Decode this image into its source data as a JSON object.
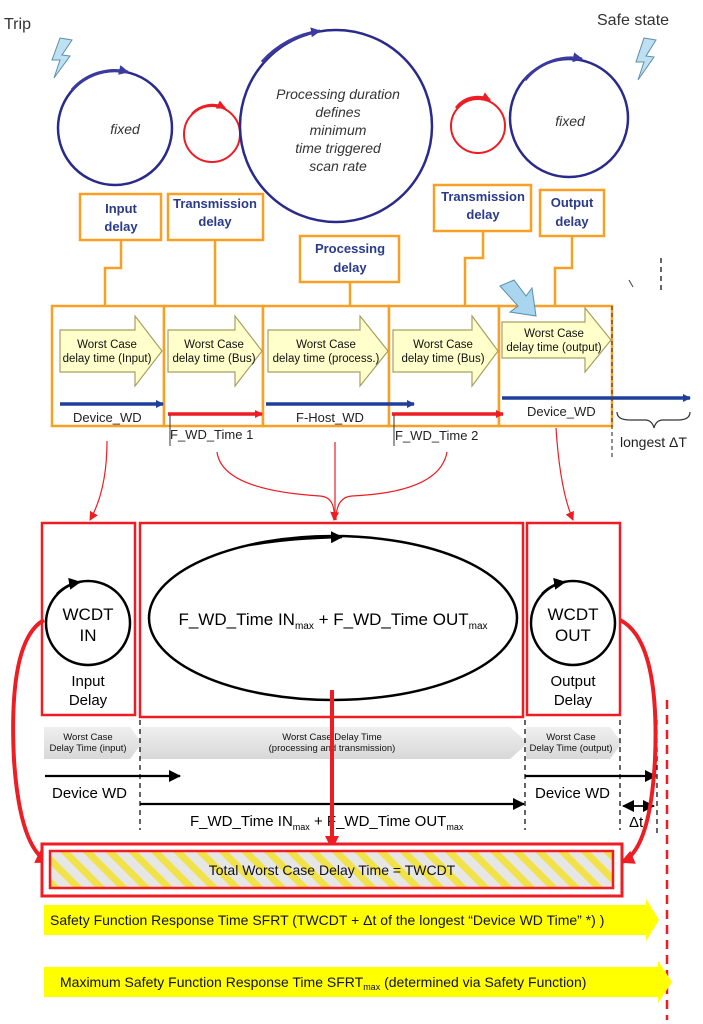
{
  "top": {
    "trip_label": "Trip",
    "safe_state_label": "Safe state",
    "cycle_input_label": "fixed",
    "cycle_output_label": "fixed",
    "processing_text": [
      "Processing duration",
      "defines",
      "minimum",
      "time triggered",
      "scan rate"
    ],
    "labels": {
      "input_delay": [
        "Input",
        "delay"
      ],
      "transmission_delay_1": [
        "Transmission",
        "delay"
      ],
      "processing_delay": [
        "Processing",
        "delay"
      ],
      "transmission_delay_2": [
        "Transmission",
        "delay"
      ],
      "output_delay": [
        "Output",
        "delay"
      ]
    },
    "segments": [
      {
        "arrow": [
          "Worst Case",
          "delay time (Input)"
        ],
        "wd": "Device_WD"
      },
      {
        "arrow": [
          "Worst Case",
          "delay time (Bus)"
        ],
        "wd": "F_WD_Time 1"
      },
      {
        "arrow": [
          "Worst Case",
          "delay time (process.)"
        ],
        "wd": "F-Host_WD"
      },
      {
        "arrow": [
          "Worst Case",
          "delay time (Bus)"
        ],
        "wd": "F_WD_Time 2"
      },
      {
        "arrow": [
          "Worst Case",
          "delay time (output)"
        ],
        "wd": "Device_WD"
      }
    ],
    "longest_dt": "longest ΔT"
  },
  "middle": {
    "wcdt_in": [
      "WCDT",
      "IN"
    ],
    "input_delay": [
      "Input",
      "Delay"
    ],
    "center_formula": {
      "a": "F_WD_Time IN",
      "a_sub": "max",
      "plus": " + ",
      "b": "F_WD_Time OUT",
      "b_sub": "max"
    },
    "wcdt_out": [
      "WCDT",
      "OUT"
    ],
    "output_delay": [
      "Output",
      "Delay"
    ]
  },
  "bands": {
    "input": [
      "Worst Case",
      "Delay Time (input)"
    ],
    "middle": [
      "Worst Case Delay Time",
      "(processing and transmission)"
    ],
    "output": [
      "Worst Case",
      "Delay Time (output)"
    ]
  },
  "timeline": {
    "device_wd_left": "Device WD",
    "device_wd_right": "Device WD",
    "formula": {
      "a": "F_WD_Time IN",
      "a_sub": "max",
      "plus": " + ",
      "b": "F_WD_Time OUT",
      "b_sub": "max"
    },
    "delta_t": "Δt"
  },
  "bottom": {
    "twcdt": "Total Worst Case Delay Time = TWCDT",
    "sfrt": "Safety Function Response Time SFRT (TWCDT + Δt of the longest “Device WD Time” *) )",
    "sfrt_max_a": "Maximum Safety Function Response Time SFRT",
    "sfrt_max_sub": "max",
    "sfrt_max_b": " (determined via Safety Function)"
  },
  "colors": {
    "orange": "#f7a024",
    "red": "#ee1c23",
    "navy": "#2a3a8c",
    "yellow": "#ffff00",
    "arrow_fill": "#ffffcc",
    "hatch": "#f2e24a"
  }
}
